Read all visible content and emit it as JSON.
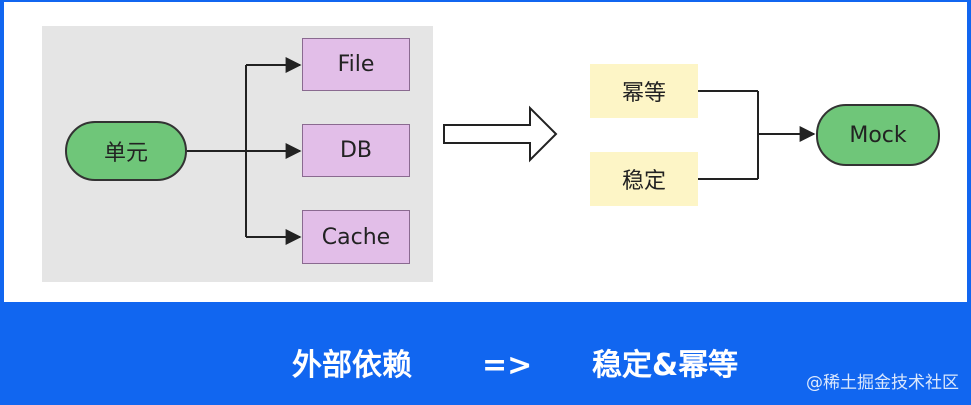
{
  "diagram": {
    "left": {
      "source": "单元",
      "targets": [
        "File",
        "DB",
        "Cache"
      ]
    },
    "right": {
      "inputs": [
        "幂等",
        "稳定"
      ],
      "output": "Mock"
    }
  },
  "banner": {
    "left_text": "外部依赖",
    "arrow_text": "=>",
    "right_text": "稳定&幂等"
  },
  "watermark": "@稀土掘金技术社区",
  "colors": {
    "frame_blue": "#1166f0",
    "pill_green": "#6fc679",
    "box_purple": "#e2bee8",
    "box_yellow": "#fdf5c6",
    "panel_grey": "#e5e5e5"
  }
}
